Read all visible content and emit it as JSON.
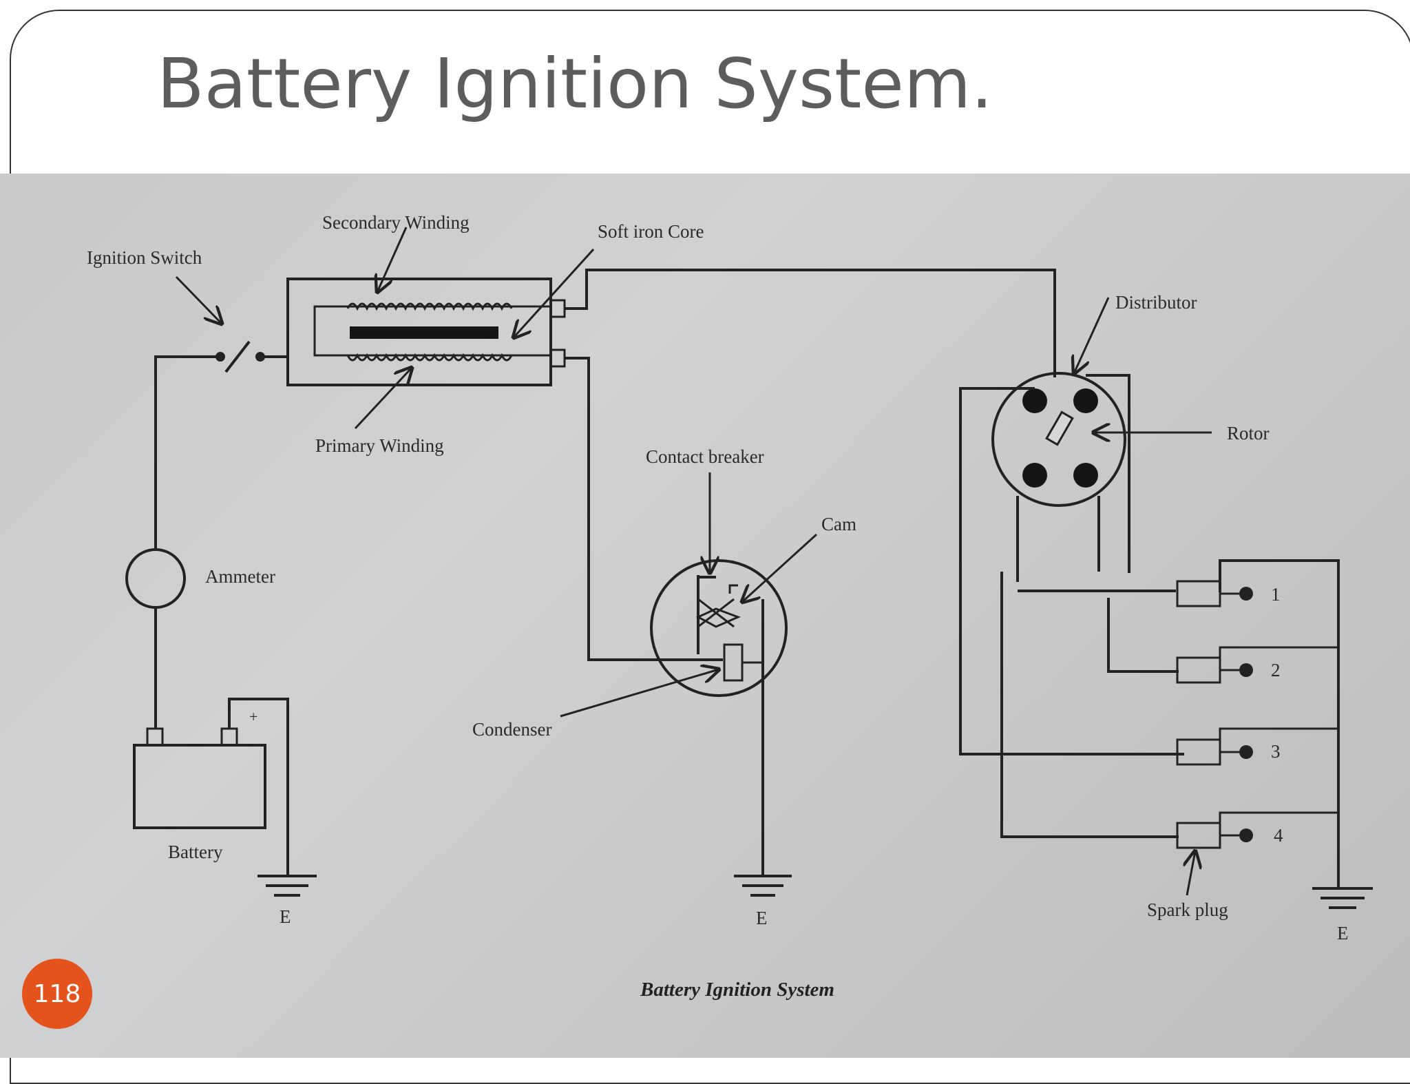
{
  "slide": {
    "title": "Battery Ignition System.",
    "page_number": "118"
  },
  "diagram": {
    "labels": {
      "ignition_switch": "Ignition Switch",
      "secondary_winding": "Secondary Winding",
      "soft_iron_core": "Soft iron Core",
      "primary_winding": "Primary Winding",
      "distributor": "Distributor",
      "rotor": "Rotor",
      "contact_breaker": "Contact breaker",
      "cam": "Cam",
      "ammeter": "Ammeter",
      "condenser": "Condenser",
      "battery": "Battery",
      "battery_plus": "+",
      "spark_plug": "Spark plug",
      "earth_1": "E",
      "earth_2": "E",
      "earth_3": "E",
      "plug_1": "1",
      "plug_2": "2",
      "plug_3": "3",
      "plug_4": "4"
    },
    "caption": "Battery Ignition System"
  },
  "colors": {
    "title": "#5d5d5d",
    "badge": "#e5531c",
    "ink": "#222222"
  }
}
